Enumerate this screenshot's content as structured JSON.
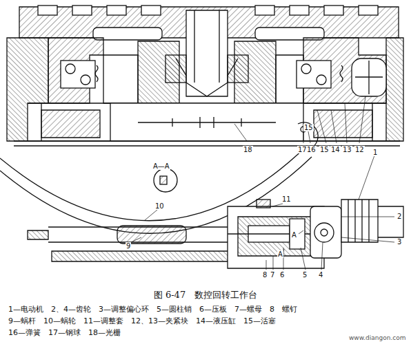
{
  "diagram": {
    "caption": "图 6-47　数控回转工作台",
    "labels": [
      "18",
      "17",
      "16",
      "15",
      "14",
      "13",
      "12",
      "15",
      "A—A",
      "10",
      "11",
      "1",
      "2",
      "3",
      "A",
      "A",
      "9",
      "8",
      "7",
      "6",
      "5",
      "4",
      "1—电动机　2、4—齿轮　3—调整偏心环　5—圆柱销　6—压板　7—螺母　8　螺钉",
      "9—蜗杆　10—蜗轮　11—调整套　12、13—夹紧块　14—液压缸　15—活塞",
      "16—弹簧　17—钢球　18—光栅",
      "www.diangon.com"
    ]
  }
}
